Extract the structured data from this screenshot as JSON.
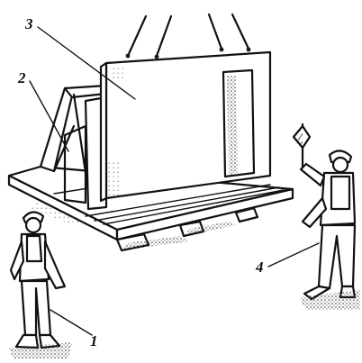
{
  "figure": {
    "callouts": [
      {
        "id": "worker-left",
        "label": "1"
      },
      {
        "id": "cassette-rack",
        "label": "2"
      },
      {
        "id": "wall-panel",
        "label": "3"
      },
      {
        "id": "signalman",
        "label": "4"
      }
    ],
    "colors": {
      "ink": "#111111",
      "background": "#ffffff",
      "shading": "#6b6b6b"
    },
    "icons": [
      "crane-slings",
      "signal-flag"
    ]
  }
}
